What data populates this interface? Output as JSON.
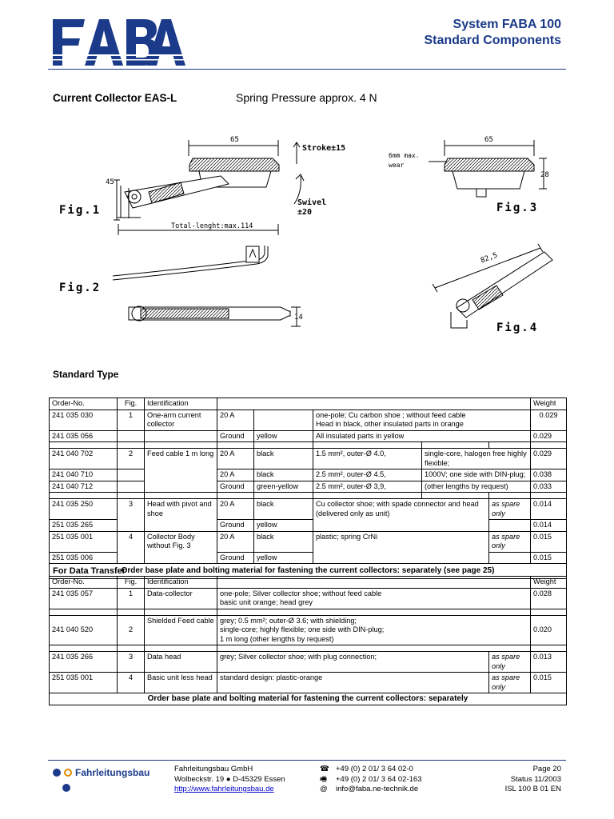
{
  "header": {
    "logo_text": "FABA",
    "title": "System FABA 100",
    "subtitle": "Standard Components"
  },
  "product": {
    "title": "Current Collector EAS-L",
    "subtitle": "Spring Pressure approx. 4 N"
  },
  "figures": {
    "fig1": "Fig.1",
    "fig2": "Fig.2",
    "fig3": "Fig.3",
    "fig4": "Fig.4",
    "dim_65_a": "65",
    "dim_65_b": "65",
    "dim_45": "45",
    "dim_28": "28",
    "dim_14": "14",
    "dim_825": "82,5",
    "stroke": "Stroke±15",
    "swivel": "Swivel",
    "swivel_val": "±20",
    "total_length": "Total-lenght:max.114",
    "wear1": "6mm max.",
    "wear2": "wear"
  },
  "standard_type": {
    "heading": "Standard Type",
    "headers": {
      "order": "Order-No.",
      "fig": "Fig.",
      "ident": "Identification",
      "weight": "Weight"
    },
    "rows": {
      "r1": {
        "order": "241 035 030",
        "fig": "1",
        "ident": "One-arm current collector",
        "amp": "20 A",
        "desc": "one-pole;   Cu carbon shoe ; without feed cable",
        "desc2": "Head in black, other insulated parts in orange",
        "weight": "0.029"
      },
      "r2": {
        "order": "241 035 056",
        "amp": "Ground",
        "color": "yellow",
        "desc": "All insulated parts in yellow",
        "weight": "0.029"
      },
      "r3": {
        "order": "241 040 702",
        "fig": "2",
        "ident": "Feed cable 1 m long",
        "amp": "20 A",
        "color": "black",
        "desc": "1.5 mm², outer-Ø 4.0,",
        "extra": "single-core, halogen free highly flexible;",
        "weight": "0.029"
      },
      "r4": {
        "order": "241 040 710",
        "amp": "20 A",
        "color": "black",
        "desc": "2.5 mm², outer-Ø 4.5,",
        "extra": "1000V; one side with DIN-plug;",
        "weight": "0.038"
      },
      "r5": {
        "order": "241 040 712",
        "amp": "Ground",
        "color": "green-yellow",
        "desc": "2.5 mm², outer-Ø 3,9,",
        "extra": "(other lengths by request)",
        "weight": "0.033"
      },
      "r6": {
        "order": "241 035 250",
        "fig": "3",
        "ident": "Head with pivot and shoe",
        "amp": "20 A",
        "color": "black",
        "desc": "Cu collector shoe; with spade connector and head (delivered only as unit)",
        "spare": "as spare only",
        "weight": "0.014"
      },
      "r7": {
        "order": "251 035 265",
        "amp": "Ground",
        "color": "yellow",
        "weight": "0.014"
      },
      "r8": {
        "order": "251 035 001",
        "fig": "4",
        "ident": "Collector Body without Fig. 3",
        "amp": "20 A",
        "color": "black",
        "desc": "plastic; spring CrNi",
        "spare": "as spare only",
        "weight": "0.015"
      },
      "r9": {
        "order": "251 035 006",
        "amp": "Ground",
        "color": "yellow",
        "weight": "0.015"
      }
    },
    "note": "Order base plate and bolting material for fastening the current collectors: separately (see page 25)"
  },
  "data_transfer": {
    "heading": "For Data Transfer",
    "headers": {
      "order": "Order-No.",
      "fig": "Fig.",
      "ident": "Identification",
      "weight": "Weight"
    },
    "rows": {
      "r1": {
        "order": "241 035 057",
        "fig": "1",
        "ident": "Data-collector",
        "desc": "one-pole;      Silver collector shoe;        without feed cable",
        "desc2": "basic unit orange; head grey",
        "weight": "0.028"
      },
      "r2": {
        "order": "241 040 520",
        "fig": "2",
        "ident": "Shielded Feed cable",
        "desc": "grey; 0.5 mm²; outer-Ø 3.6; with shielding;",
        "desc2": "single-core; highly flexible; one side with DIN-plug;",
        "desc3": "1 m long (other lengths by request)",
        "weight": "0.020"
      },
      "r3": {
        "order": "241 035 266",
        "fig": "3",
        "ident": "Data head",
        "desc": "grey; Silver collector shoe; with plug connection;",
        "spare": "as spare only",
        "weight": "0.013"
      },
      "r4": {
        "order": "251 035 001",
        "fig": "4",
        "ident": "Basic unit less head",
        "desc": "standard design: plastic-orange",
        "spare": "as spare only",
        "weight": "0.015"
      }
    },
    "note": "Order base plate and bolting material for fastening the current collectors: separately"
  },
  "footer": {
    "logo_text": "Fahrleitungsbau",
    "company": "Fahrleitungsbau GmbH",
    "address": "Wolbeckstr. 19 ● D-45329 Essen",
    "url": "http://www.fahrleitungsbau.de",
    "phone": "+49 (0) 2 01/ 3 64 02-0",
    "fax": "+49 (0) 2 01/ 3 64 02-163",
    "email": "info@faba.ne-technik.de",
    "phone_icon": "☎",
    "fax_icon": "🖷",
    "email_icon": "@",
    "page": "Page 20",
    "status": "Status 11/2003",
    "doc": "ISL 100 B 01 EN"
  }
}
